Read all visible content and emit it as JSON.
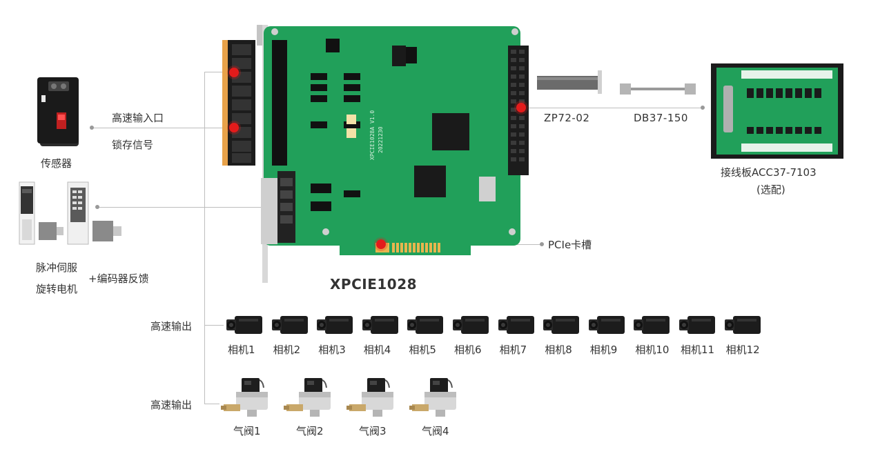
{
  "labels": {
    "board_name": "XPCIE1028",
    "high_speed_input": "高速输入口",
    "latch_signal": "锁存信号",
    "sensor": "传感器",
    "servo_line1": "脉冲伺服",
    "servo_line2": "旋转电机",
    "encoder_feedback": "+编码器反馈",
    "cable1": "ZP72-02",
    "cable2": "DB37-150",
    "terminal_board": "接线板ACC37-7103",
    "optional": "(选配)",
    "pcie_slot": "PCIe卡槽",
    "high_speed_output_cams": "高速输出",
    "high_speed_output_valves": "高速输出",
    "board_silk": "XPCIE1028A V1.0",
    "board_date": "20221230"
  },
  "cameras": [
    "相机1",
    "相机2",
    "相机3",
    "相机4",
    "相机5",
    "相机6",
    "相机7",
    "相机8",
    "相机9",
    "相机10",
    "相机11",
    "相机12"
  ],
  "valves": [
    "气阀1",
    "气阀2",
    "气阀3",
    "气阀4"
  ],
  "colors": {
    "pcb_green": "#1f9e58",
    "connector_orange": "#e8a24a",
    "highlight_red": "#e31b1b",
    "line_gray": "#bdbdbd"
  }
}
